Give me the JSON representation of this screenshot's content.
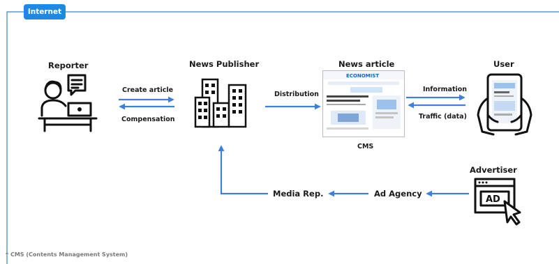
{
  "tag": "Internet",
  "nodes": {
    "reporter": "Reporter",
    "publisher": "News Publisher",
    "article": "News article",
    "user": "User",
    "advertiser": "Advertiser",
    "media_rep": "Media Rep.",
    "ad_agency": "Ad Agency",
    "cms": "CMS"
  },
  "edges": {
    "create_article": "Create article",
    "compensation": "Compensation",
    "distribution": "Distribution",
    "information": "Information",
    "traffic": "Traffic (data)"
  },
  "ad_text": "AD",
  "site_name": "ECONOMIST",
  "footnote": "* CMS (Contents Management System)",
  "colors": {
    "accent": "#1e88e5",
    "frame": "#3b82c4",
    "icon": "#111111"
  }
}
